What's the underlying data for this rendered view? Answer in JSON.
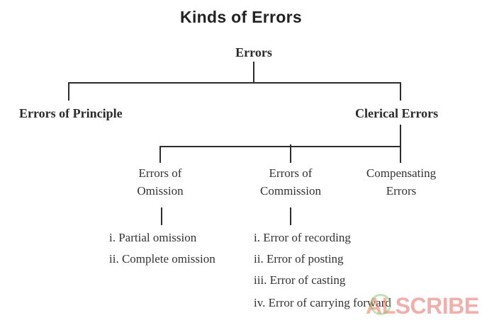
{
  "title": "Kinds of Errors",
  "root": {
    "label": "Errors"
  },
  "level1": {
    "left": "Errors of Principle",
    "right": "Clerical Errors"
  },
  "clerical": {
    "omission": {
      "line1": "Errors of",
      "line2": "Omission"
    },
    "commission": {
      "line1": "Errors of",
      "line2": "Commission"
    },
    "compensating": {
      "line1": "Compensating",
      "line2": "Errors"
    }
  },
  "omission_items": [
    "i. Partial omission",
    "ii. Complete omission"
  ],
  "commission_items": [
    "i. Error of recording",
    "ii. Error of posting",
    "iii. Error of casting",
    "iv. Error of carrying forward"
  ],
  "watermark": {
    "prefix": "AL",
    "rest": "SCRIBE"
  }
}
